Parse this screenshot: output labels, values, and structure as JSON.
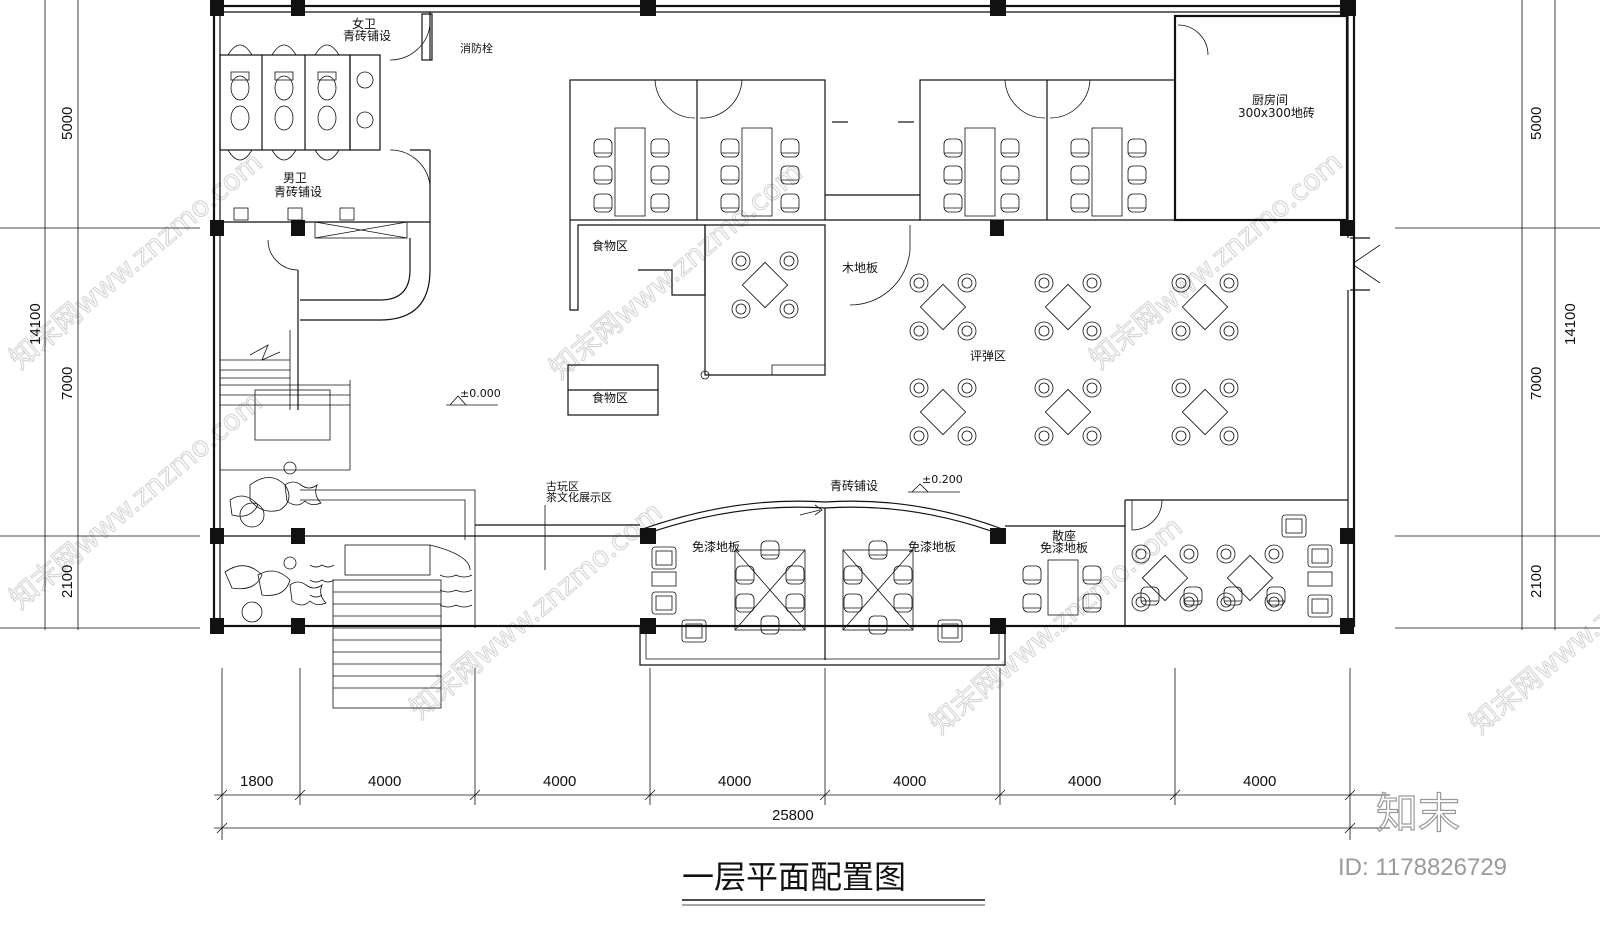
{
  "drawing": {
    "title": "一层平面配置图",
    "watermark_id": "ID: 1178826729",
    "watermark_brand": "知末",
    "watermark_site": "知末网www.znzmo.com"
  },
  "dimensions": {
    "left": [
      "5000",
      "14100",
      "7000",
      "2100"
    ],
    "right": [
      "5000",
      "14100",
      "7000",
      "2100"
    ],
    "bottom": [
      "1800",
      "4000",
      "4000",
      "4000",
      "4000",
      "4000",
      "4000"
    ],
    "total": "25800"
  },
  "rooms": {
    "female_wc": "女卫",
    "female_wc_floor": "青砖铺设",
    "fire_hydrant": "消防栓",
    "male_wc": "男卫",
    "male_wc_floor": "青砖铺设",
    "kitchen": "厨房间",
    "kitchen_floor": "300x300地砖",
    "food_area_1": "食物区",
    "food_area_2": "食物区",
    "wood_floor": "木地板",
    "pingtan_area": "评弹区",
    "level_0": "±0.000",
    "antique_area": "古玩区",
    "tea_culture": "茶文化展示区",
    "brick_paving": "青砖铺设",
    "level_200": "±0.200",
    "free_paint_floor_1": "免漆地板",
    "free_paint_floor_2": "免漆地板",
    "free_paint_floor_3": "免漆地板",
    "loose_seats": "散座"
  }
}
